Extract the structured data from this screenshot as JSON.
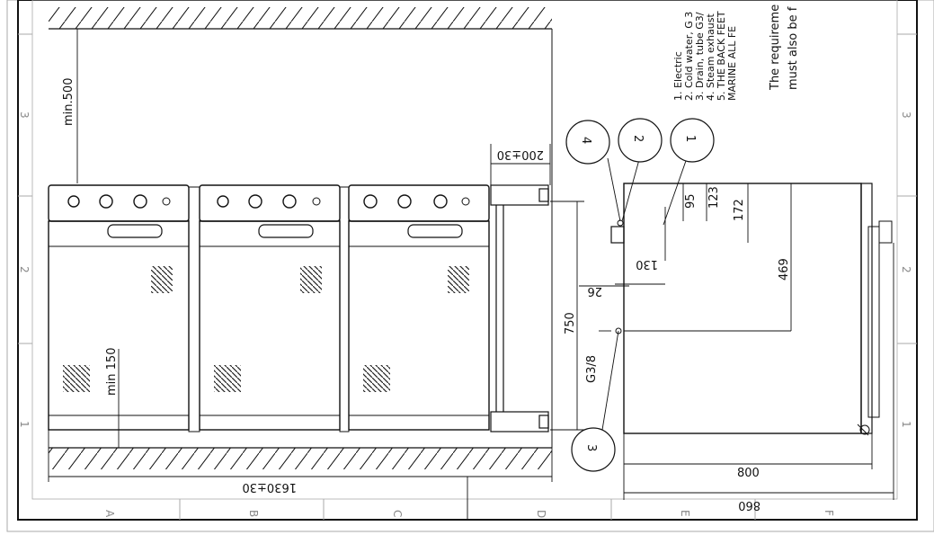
{
  "drawing": {
    "grid_columns": [
      "A",
      "B",
      "C",
      "D",
      "E",
      "F"
    ],
    "grid_rows": [
      "1",
      "2",
      "3"
    ],
    "notes": [
      "1. Electric",
      "2. Cold water, G 3",
      "3. Drain, tube G3/",
      "4. Steam exhaust",
      "5. THE BACK FEET",
      "   MARINE ALL FE",
      "The requireme",
      "must also be f"
    ],
    "callouts": [
      "1",
      "2",
      "3",
      "4"
    ],
    "dimensions": {
      "top_clearance": "min.500",
      "bottom_clearance": "min 150",
      "total_width": "1630±30",
      "stand_depth": "200±30",
      "height": "750",
      "drain_thread": "G3/8",
      "offset_26": "26",
      "offset_130": "130",
      "dim_95": "95",
      "dim_123": "123",
      "dim_172": "172",
      "dim_469": "469",
      "depth_800": "800",
      "depth_860": "860"
    }
  }
}
